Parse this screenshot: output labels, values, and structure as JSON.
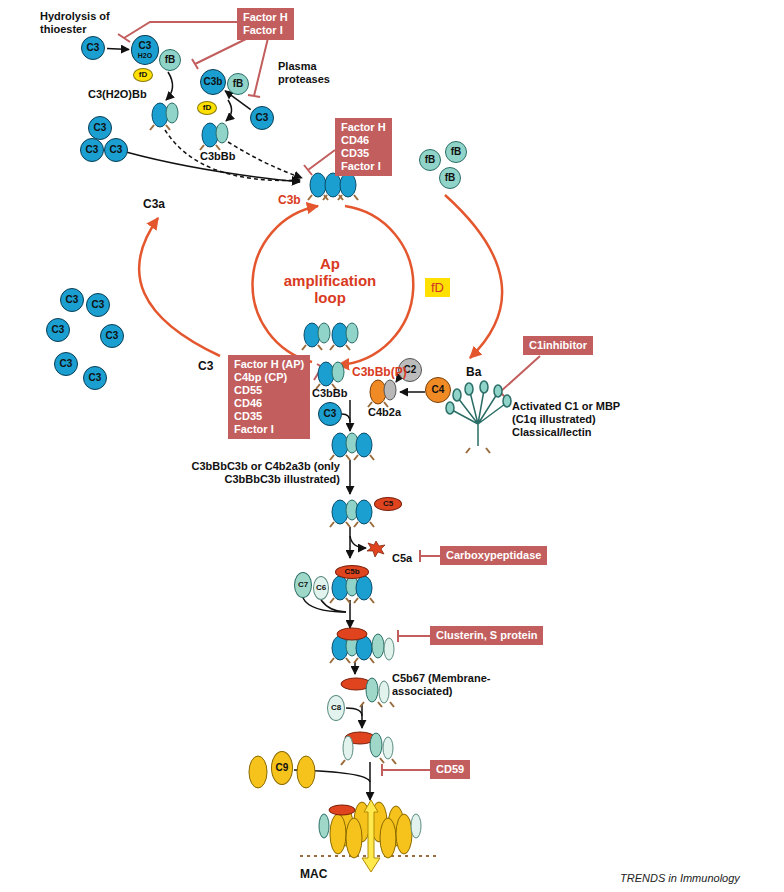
{
  "diagram": {
    "nodes": [
      {
        "text": [
          "Factor H",
          "Factor I"
        ]
      },
      {
        "text": [
          "C3"
        ]
      },
      {
        "text": [
          "C3",
          "H2O"
        ]
      },
      {
        "text": [
          "fB"
        ]
      },
      {
        "text": [
          "fD"
        ]
      },
      {
        "text": [
          "C3b"
        ]
      },
      {
        "text": [
          "fB"
        ]
      },
      {
        "text": [
          "C3"
        ]
      },
      {
        "text": [
          "fD"
        ]
      },
      {
        "text": [
          "Factor H",
          "CD46",
          "CD35",
          "Factor I"
        ]
      },
      {
        "text": [
          "C3"
        ]
      },
      {
        "text": [
          "C3"
        ]
      },
      {
        "text": [
          "C3"
        ]
      },
      {
        "text": [
          "fB"
        ]
      },
      {
        "text": [
          "fB"
        ]
      },
      {
        "text": [
          "fB"
        ]
      },
      {
        "text": [
          "fD"
        ]
      },
      {
        "text": [
          "C3"
        ]
      },
      {
        "text": [
          "C3"
        ]
      },
      {
        "text": [
          "C3"
        ]
      },
      {
        "text": [
          "C3"
        ]
      },
      {
        "text": [
          "C3"
        ]
      },
      {
        "text": [
          "C3"
        ]
      },
      {
        "text": [
          "Factor H (AP)",
          "C4bp (CP)",
          "CD55",
          "CD46",
          "CD35",
          "Factor I"
        ]
      },
      {
        "text": [
          "C2"
        ]
      },
      {
        "text": [
          "C4"
        ]
      },
      {
        "text": [
          "C1inhibitor"
        ]
      },
      {
        "text": [
          "C3"
        ]
      },
      {
        "text": [
          "C5"
        ]
      },
      {
        "text": [
          "Carboxypeptidase"
        ]
      },
      {
        "text": [
          "C5b"
        ]
      },
      {
        "text": [
          "C7"
        ]
      },
      {
        "text": [
          "C6"
        ]
      },
      {
        "text": [
          "Clusterin, S protein"
        ]
      },
      {
        "text": [
          "C8"
        ]
      },
      {
        "text": [
          "C9"
        ]
      },
      {
        "text": [
          "CD59"
        ]
      }
    ],
    "edges": [
      {
        "from": 1,
        "to": 2,
        "arrow": "to"
      },
      {
        "from": 7,
        "to": 5,
        "arrow": "to"
      }
    ],
    "labels": [
      "Hydrolysis of thioester",
      "Plasma proteases",
      "C3(H2O)Bb",
      "C3bBb",
      "C3a",
      "C3b",
      "Ap amplification loop",
      "C3",
      "Ba",
      "C3bBb(P)",
      "C3bBb",
      "C4b2a",
      "Activated C1 or MBP (C1q illustrated) Classical/lectin",
      "C3bBbC3b or C4b2a3b (only C3bBbC3b illustrated)",
      "C5a",
      "C5b67 (Membrane-associated)",
      "MAC",
      "TRENDS in Immunology"
    ]
  }
}
